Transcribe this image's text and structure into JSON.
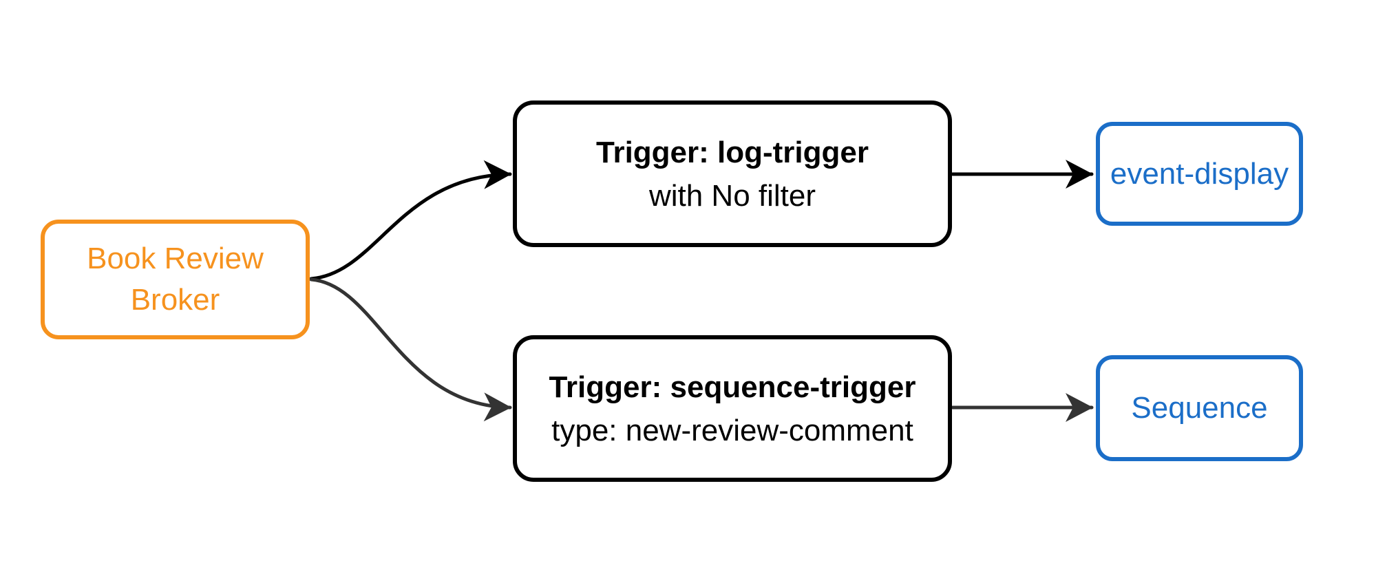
{
  "colors": {
    "background": "#ffffff",
    "broker_accent": "#f6921e",
    "sink_accent": "#1b6ec8",
    "node_border_dark": "#000000",
    "node_text_dark": "#000000",
    "edge_primary": "#000000",
    "edge_secondary": "#333333"
  },
  "nodes": {
    "broker": {
      "label": "Book Review Broker"
    },
    "log_trigger": {
      "title": "Trigger: log-trigger",
      "subtitle": "with No filter"
    },
    "sequence_trigger": {
      "title": "Trigger: sequence-trigger",
      "subtitle": "type: new-review-comment"
    },
    "event_display": {
      "label": "event-display"
    },
    "sequence": {
      "label": "Sequence"
    }
  },
  "edges": [
    {
      "from": "Book Review Broker",
      "to": "Trigger: log-trigger"
    },
    {
      "from": "Book Review Broker",
      "to": "Trigger: sequence-trigger"
    },
    {
      "from": "Trigger: log-trigger",
      "to": "event-display"
    },
    {
      "from": "Trigger: sequence-trigger",
      "to": "Sequence"
    }
  ]
}
